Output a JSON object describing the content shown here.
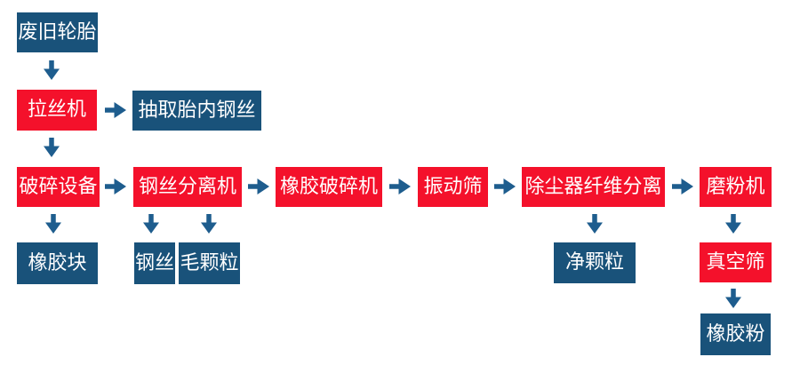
{
  "diagram": {
    "type": "flowchart",
    "colors": {
      "process-box": "#f4112b",
      "material-box": "#19527a",
      "arrow": "#1e5d8e",
      "label-text": "#ffffff",
      "background": "#ffffff"
    },
    "nodes": [
      {
        "id": "waste-tires",
        "label": "废旧轮胎",
        "type": "material"
      },
      {
        "id": "wire-drawing-machine",
        "label": "拉丝机",
        "type": "process"
      },
      {
        "id": "extracted-tire-steel-wire",
        "label": "抽取胎内钢丝",
        "type": "material"
      },
      {
        "id": "crushing-equipment",
        "label": "破碎设备",
        "type": "process"
      },
      {
        "id": "rubber-blocks",
        "label": "橡胶块",
        "type": "material"
      },
      {
        "id": "steel-wire-separator",
        "label": "钢丝分离机",
        "type": "process"
      },
      {
        "id": "steel-wire",
        "label": "钢丝",
        "type": "material"
      },
      {
        "id": "coarse-granules",
        "label": "毛颗粒",
        "type": "material"
      },
      {
        "id": "rubber-crusher",
        "label": "橡胶破碎机",
        "type": "process"
      },
      {
        "id": "vibrating-screen",
        "label": "振动筛",
        "type": "process"
      },
      {
        "id": "dust-collector-fiber-separation",
        "label": "除尘器纤维分离",
        "type": "process"
      },
      {
        "id": "clean-granules",
        "label": "净颗粒",
        "type": "material"
      },
      {
        "id": "grinding-mill",
        "label": "磨粉机",
        "type": "process"
      },
      {
        "id": "vacuum-screen",
        "label": "真空筛",
        "type": "process"
      },
      {
        "id": "rubber-powder",
        "label": "橡胶粉",
        "type": "material"
      }
    ],
    "edges": [
      {
        "from": "waste-tires",
        "to": "wire-drawing-machine",
        "direction": "down"
      },
      {
        "from": "wire-drawing-machine",
        "to": "extracted-tire-steel-wire",
        "direction": "right"
      },
      {
        "from": "wire-drawing-machine",
        "to": "crushing-equipment",
        "direction": "down"
      },
      {
        "from": "crushing-equipment",
        "to": "steel-wire-separator",
        "direction": "right"
      },
      {
        "from": "crushing-equipment",
        "to": "rubber-blocks",
        "direction": "down"
      },
      {
        "from": "steel-wire-separator",
        "to": "steel-wire",
        "direction": "down"
      },
      {
        "from": "steel-wire-separator",
        "to": "coarse-granules",
        "direction": "down"
      },
      {
        "from": "steel-wire-separator",
        "to": "rubber-crusher",
        "direction": "right"
      },
      {
        "from": "rubber-crusher",
        "to": "vibrating-screen",
        "direction": "right"
      },
      {
        "from": "vibrating-screen",
        "to": "dust-collector-fiber-separation",
        "direction": "right"
      },
      {
        "from": "dust-collector-fiber-separation",
        "to": "clean-granules",
        "direction": "down"
      },
      {
        "from": "dust-collector-fiber-separation",
        "to": "grinding-mill",
        "direction": "right"
      },
      {
        "from": "grinding-mill",
        "to": "vacuum-screen",
        "direction": "down"
      },
      {
        "from": "vacuum-screen",
        "to": "rubber-powder",
        "direction": "down"
      }
    ]
  }
}
